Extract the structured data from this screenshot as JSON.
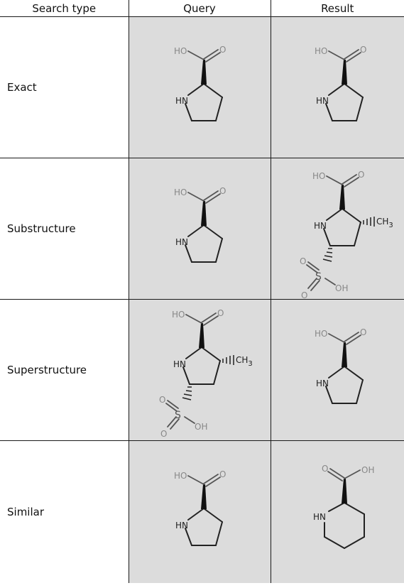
{
  "table": {
    "headers": [
      "Search type",
      "Query",
      "Result"
    ],
    "rows": [
      {
        "label": "Exact",
        "query": "proline",
        "result": "proline"
      },
      {
        "label": "Substructure",
        "query": "proline",
        "result": "substituted-proline"
      },
      {
        "label": "Superstructure",
        "query": "substituted-proline",
        "result": "proline"
      },
      {
        "label": "Similar",
        "query": "proline",
        "result": "pipecolic-acid"
      }
    ]
  },
  "atoms": {
    "ho": "HO",
    "oh": "OH",
    "o": "O",
    "hn": "HN",
    "s": "S",
    "ch3": "CH",
    "ch3_sub": "3"
  },
  "colors": {
    "cell_background": "#dcdcdc",
    "border": "#1a1a1a",
    "oxygen_label": "#888888"
  }
}
